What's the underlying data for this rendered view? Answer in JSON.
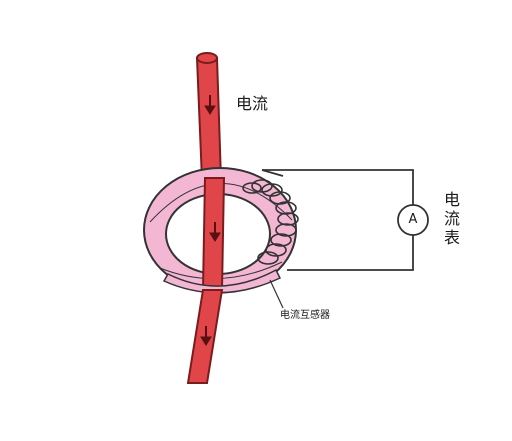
{
  "labels": {
    "current": "电流",
    "ammeter": "电流表",
    "transformer": "电流互感器",
    "ammeter_symbol": "A"
  },
  "colors": {
    "conductor": "#e0454a",
    "conductor_edge": "#7a1c1c",
    "ring": "#f3b6d3",
    "ring_edge": "#333333",
    "wire": "#333333",
    "arrow": "#5a1010"
  }
}
